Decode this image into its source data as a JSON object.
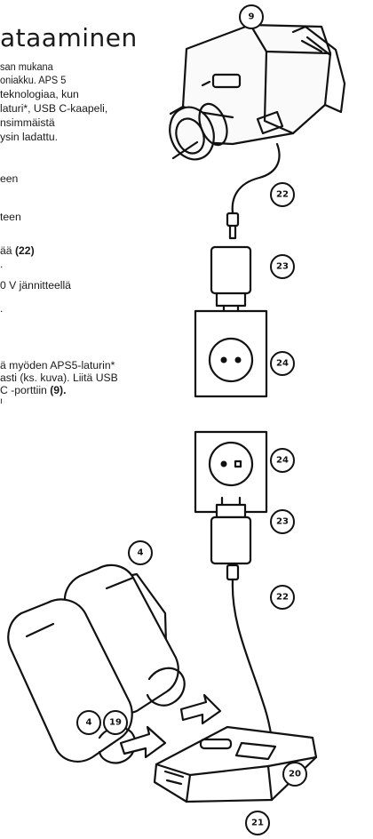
{
  "page": {
    "title": "ataaminen",
    "intro": [
      "san mukana",
      "oniakku. APS 5",
      "teknologiaa, kun",
      "laturi*, USB C-kaapeli,",
      "nsimmäistä",
      "ysin ladattu."
    ],
    "step1": "een",
    "step2": "teen",
    "step3_text": "ää ",
    "step3_ref": "(22)",
    "step3_tail": ".",
    "step4a": "0 V jännitteellä",
    "step4b": ".",
    "aps5": [
      "ä myöden APS5-laturin*",
      "asti (ks. kuva). Liitä USB"
    ],
    "aps5_last_text": "C -porttiin ",
    "aps5_last_ref": "(9).",
    "stray_mark": "ı"
  },
  "callouts": {
    "c9": "9",
    "c22_top": "22",
    "c23_top": "23",
    "c24_top": "24",
    "c24_bottom": "24",
    "c23_bottom": "23",
    "c4_top": "4",
    "c22_bottom": "22",
    "c4_left": "4",
    "c19": "19",
    "c20": "20",
    "c21": "21"
  }
}
